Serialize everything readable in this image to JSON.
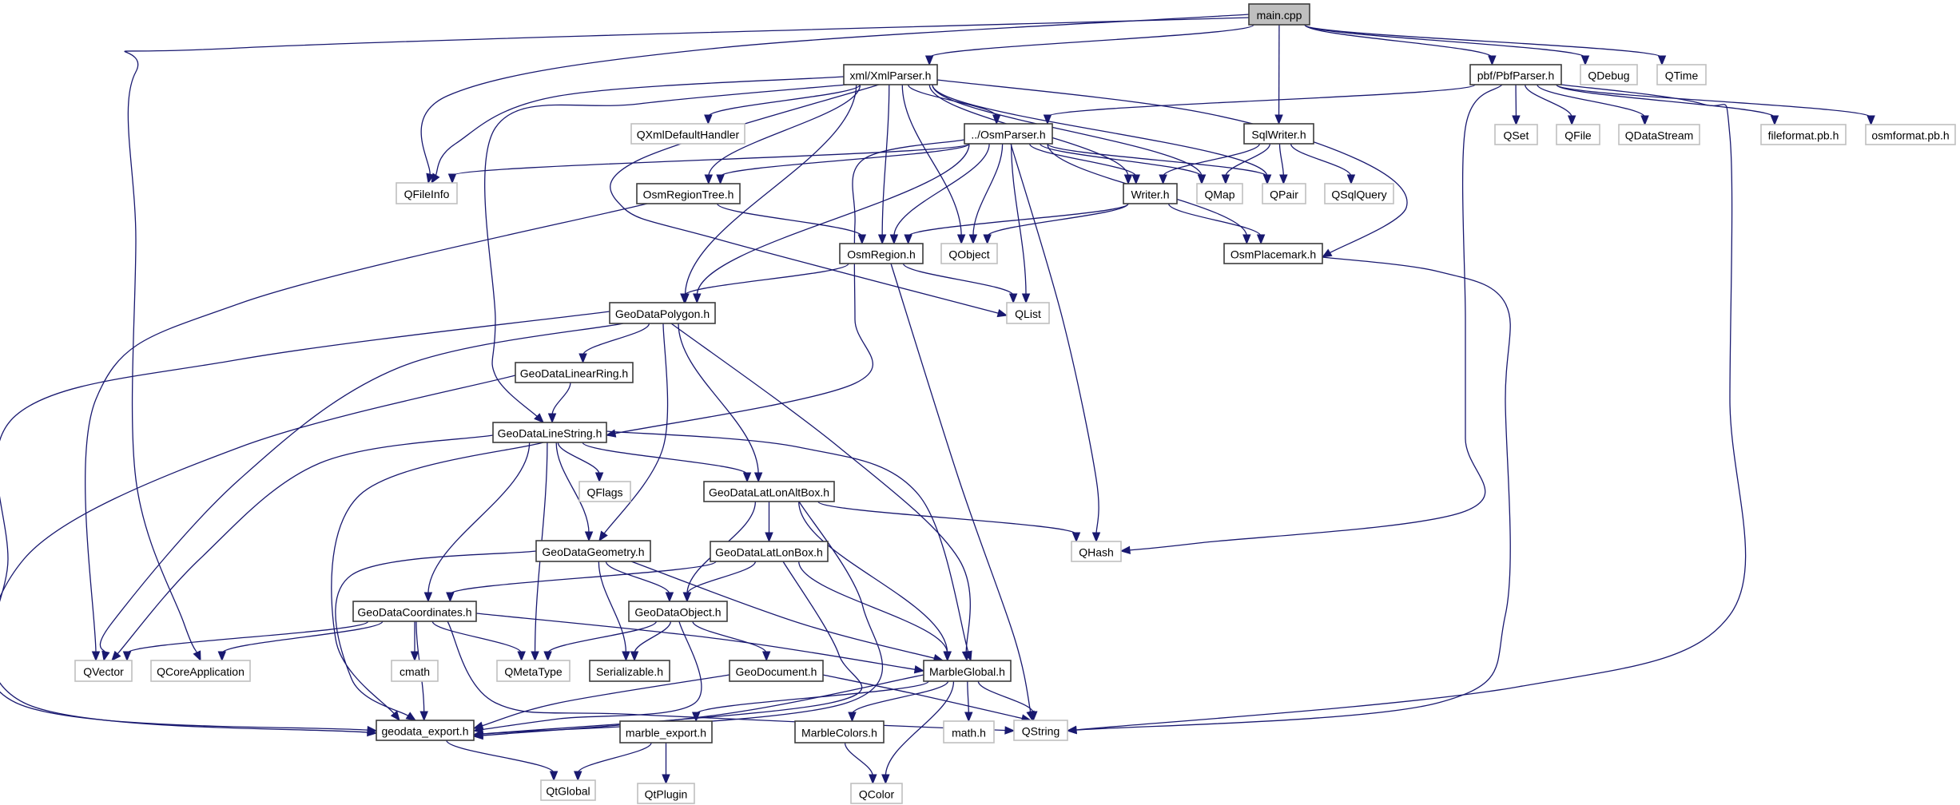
{
  "diagram": {
    "title": "main.cpp include dependency graph",
    "colors": {
      "edge": "#191970",
      "root_fill": "#bfbfbf",
      "project_border": "#3c3c3c",
      "external_border": "#bfbfbf"
    },
    "nodes": [
      {
        "id": "main_cpp",
        "label": "main.cpp",
        "kind": "root"
      },
      {
        "id": "xmlparser",
        "label": "xml/XmlParser.h",
        "kind": "project"
      },
      {
        "id": "pbfparser",
        "label": "pbf/PbfParser.h",
        "kind": "project"
      },
      {
        "id": "qdebug",
        "label": "QDebug",
        "kind": "external"
      },
      {
        "id": "qtime",
        "label": "QTime",
        "kind": "external"
      },
      {
        "id": "qxmldefaulthandler",
        "label": "QXmlDefaultHandler",
        "kind": "external"
      },
      {
        "id": "osmparser",
        "label": "../OsmParser.h",
        "kind": "project"
      },
      {
        "id": "sqlwriter",
        "label": "SqlWriter.h",
        "kind": "project"
      },
      {
        "id": "qset",
        "label": "QSet",
        "kind": "external"
      },
      {
        "id": "qfile",
        "label": "QFile",
        "kind": "external"
      },
      {
        "id": "qdatastream",
        "label": "QDataStream",
        "kind": "external"
      },
      {
        "id": "fileformat",
        "label": "fileformat.pb.h",
        "kind": "external"
      },
      {
        "id": "osmformat",
        "label": "osmformat.pb.h",
        "kind": "external"
      },
      {
        "id": "qfileinfo",
        "label": "QFileInfo",
        "kind": "external"
      },
      {
        "id": "osmregiontree",
        "label": "OsmRegionTree.h",
        "kind": "project"
      },
      {
        "id": "writer",
        "label": "Writer.h",
        "kind": "project"
      },
      {
        "id": "qmap",
        "label": "QMap",
        "kind": "external"
      },
      {
        "id": "qpair",
        "label": "QPair",
        "kind": "external"
      },
      {
        "id": "qsqlquery",
        "label": "QSqlQuery",
        "kind": "external"
      },
      {
        "id": "osmregion",
        "label": "OsmRegion.h",
        "kind": "project"
      },
      {
        "id": "qobject",
        "label": "QObject",
        "kind": "external"
      },
      {
        "id": "osmplacemark",
        "label": "OsmPlacemark.h",
        "kind": "project"
      },
      {
        "id": "geodatapolygon",
        "label": "GeoDataPolygon.h",
        "kind": "project"
      },
      {
        "id": "qlist",
        "label": "QList",
        "kind": "external"
      },
      {
        "id": "geodatalinearring",
        "label": "GeoDataLinearRing.h",
        "kind": "project"
      },
      {
        "id": "geodatalinestring",
        "label": "GeoDataLineString.h",
        "kind": "project"
      },
      {
        "id": "qflags",
        "label": "QFlags",
        "kind": "external"
      },
      {
        "id": "geodatalatlonaltbox",
        "label": "GeoDataLatLonAltBox.h",
        "kind": "project"
      },
      {
        "id": "geodatageometry",
        "label": "GeoDataGeometry.h",
        "kind": "project"
      },
      {
        "id": "geodatalatlonbox",
        "label": "GeoDataLatLonBox.h",
        "kind": "project"
      },
      {
        "id": "qhash",
        "label": "QHash",
        "kind": "external"
      },
      {
        "id": "geodatacoordinates",
        "label": "GeoDataCoordinates.h",
        "kind": "project"
      },
      {
        "id": "geodataobject",
        "label": "GeoDataObject.h",
        "kind": "project"
      },
      {
        "id": "qvector",
        "label": "QVector",
        "kind": "external"
      },
      {
        "id": "qcoreapplication",
        "label": "QCoreApplication",
        "kind": "external"
      },
      {
        "id": "cmath",
        "label": "cmath",
        "kind": "external"
      },
      {
        "id": "qmetatype",
        "label": "QMetaType",
        "kind": "external"
      },
      {
        "id": "serializable",
        "label": "Serializable.h",
        "kind": "project"
      },
      {
        "id": "geodocument",
        "label": "GeoDocument.h",
        "kind": "project"
      },
      {
        "id": "marbleglobal",
        "label": "MarbleGlobal.h",
        "kind": "project"
      },
      {
        "id": "geodata_export",
        "label": "geodata_export.h",
        "kind": "project"
      },
      {
        "id": "marble_export",
        "label": "marble_export.h",
        "kind": "project"
      },
      {
        "id": "marblecolors",
        "label": "MarbleColors.h",
        "kind": "project"
      },
      {
        "id": "math_h",
        "label": "math.h",
        "kind": "external"
      },
      {
        "id": "qstring",
        "label": "QString",
        "kind": "external"
      },
      {
        "id": "qtglobal",
        "label": "QtGlobal",
        "kind": "external"
      },
      {
        "id": "qtplugin",
        "label": "QtPlugin",
        "kind": "external"
      },
      {
        "id": "qcolor",
        "label": "QColor",
        "kind": "external"
      }
    ],
    "edges": [
      [
        "main_cpp",
        "xmlparser"
      ],
      [
        "main_cpp",
        "pbfparser"
      ],
      [
        "main_cpp",
        "qdebug"
      ],
      [
        "main_cpp",
        "qtime"
      ],
      [
        "main_cpp",
        "sqlwriter"
      ],
      [
        "main_cpp",
        "qfileinfo"
      ],
      [
        "main_cpp",
        "qcoreapplication"
      ],
      [
        "xmlparser",
        "qxmldefaulthandler"
      ],
      [
        "xmlparser",
        "osmparser"
      ],
      [
        "xmlparser",
        "qfileinfo"
      ],
      [
        "xmlparser",
        "osmregiontree"
      ],
      [
        "xmlparser",
        "osmregion"
      ],
      [
        "xmlparser",
        "qobject"
      ],
      [
        "xmlparser",
        "writer"
      ],
      [
        "xmlparser",
        "qmap"
      ],
      [
        "xmlparser",
        "qpair"
      ],
      [
        "xmlparser",
        "osmplacemark"
      ],
      [
        "xmlparser",
        "geodatapolygon"
      ],
      [
        "xmlparser",
        "geodatalinestring"
      ],
      [
        "xmlparser",
        "qlist"
      ],
      [
        "osmparser",
        "qfileinfo"
      ],
      [
        "osmparser",
        "osmregiontree"
      ],
      [
        "osmparser",
        "osmregion"
      ],
      [
        "osmparser",
        "qobject"
      ],
      [
        "osmparser",
        "writer"
      ],
      [
        "osmparser",
        "qmap"
      ],
      [
        "osmparser",
        "qpair"
      ],
      [
        "osmparser",
        "osmplacemark"
      ],
      [
        "osmparser",
        "geodatapolygon"
      ],
      [
        "osmparser",
        "geodatalinestring"
      ],
      [
        "osmparser",
        "qlist"
      ],
      [
        "osmparser",
        "qhash"
      ],
      [
        "pbfparser",
        "osmparser"
      ],
      [
        "pbfparser",
        "qset"
      ],
      [
        "pbfparser",
        "qfile"
      ],
      [
        "pbfparser",
        "qdatastream"
      ],
      [
        "pbfparser",
        "fileformat"
      ],
      [
        "pbfparser",
        "osmformat"
      ],
      [
        "pbfparser",
        "qhash"
      ],
      [
        "pbfparser",
        "qstring"
      ],
      [
        "sqlwriter",
        "writer"
      ],
      [
        "sqlwriter",
        "qmap"
      ],
      [
        "sqlwriter",
        "qpair"
      ],
      [
        "sqlwriter",
        "qsqlquery"
      ],
      [
        "writer",
        "osmregion"
      ],
      [
        "writer",
        "qobject"
      ],
      [
        "writer",
        "osmplacemark"
      ],
      [
        "osmregiontree",
        "osmregion"
      ],
      [
        "osmregiontree",
        "qvector"
      ],
      [
        "osmregion",
        "geodatapolygon"
      ],
      [
        "osmregion",
        "qlist"
      ],
      [
        "osmregion",
        "qstring"
      ],
      [
        "osmplacemark",
        "qstring"
      ],
      [
        "geodatapolygon",
        "geodatalinearring"
      ],
      [
        "geodatapolygon",
        "geodatalatlonaltbox"
      ],
      [
        "geodatapolygon",
        "geodatageometry"
      ],
      [
        "geodatapolygon",
        "marbleglobal"
      ],
      [
        "geodatapolygon",
        "qvector"
      ],
      [
        "geodatapolygon",
        "geodata_export"
      ],
      [
        "geodatalinearring",
        "geodatalinestring"
      ],
      [
        "geodatalinearring",
        "geodata_export"
      ],
      [
        "geodatalinestring",
        "qflags"
      ],
      [
        "geodatalinestring",
        "geodatalatlonaltbox"
      ],
      [
        "geodatalinestring",
        "geodatageometry"
      ],
      [
        "geodatalinestring",
        "geodatacoordinates"
      ],
      [
        "geodatalinestring",
        "qmetatype"
      ],
      [
        "geodatalinestring",
        "marbleglobal"
      ],
      [
        "geodatalinestring",
        "qvector"
      ],
      [
        "geodatalinestring",
        "geodata_export"
      ],
      [
        "geodatalatlonaltbox",
        "geodatalatlonbox"
      ],
      [
        "geodatalatlonaltbox",
        "geodataobject"
      ],
      [
        "geodatalatlonaltbox",
        "marbleglobal"
      ],
      [
        "geodatalatlonaltbox",
        "qhash"
      ],
      [
        "geodatalatlonaltbox",
        "geodata_export"
      ],
      [
        "geodatageometry",
        "geodataobject"
      ],
      [
        "geodatageometry",
        "serializable"
      ],
      [
        "geodatageometry",
        "marbleglobal"
      ],
      [
        "geodatageometry",
        "geodata_export"
      ],
      [
        "geodatalatlonbox",
        "geodataobject"
      ],
      [
        "geodatalatlonbox",
        "geodatacoordinates"
      ],
      [
        "geodatalatlonbox",
        "marbleglobal"
      ],
      [
        "geodatalatlonbox",
        "geodata_export"
      ],
      [
        "geodatacoordinates",
        "qvector"
      ],
      [
        "geodatacoordinates",
        "qcoreapplication"
      ],
      [
        "geodatacoordinates",
        "cmath"
      ],
      [
        "geodatacoordinates",
        "qmetatype"
      ],
      [
        "geodatacoordinates",
        "marbleglobal"
      ],
      [
        "geodatacoordinates",
        "qstring"
      ],
      [
        "geodatacoordinates",
        "geodata_export"
      ],
      [
        "geodataobject",
        "qmetatype"
      ],
      [
        "geodataobject",
        "serializable"
      ],
      [
        "geodataobject",
        "geodocument"
      ],
      [
        "geodataobject",
        "geodata_export"
      ],
      [
        "geodocument",
        "qstring"
      ],
      [
        "geodocument",
        "geodata_export"
      ],
      [
        "marbleglobal",
        "marble_export"
      ],
      [
        "marbleglobal",
        "marblecolors"
      ],
      [
        "marbleglobal",
        "math_h"
      ],
      [
        "marbleglobal",
        "qstring"
      ],
      [
        "marbleglobal",
        "qcolor"
      ],
      [
        "marbleglobal",
        "geodata_export"
      ],
      [
        "geodata_export",
        "qtglobal"
      ],
      [
        "marble_export",
        "qtglobal"
      ],
      [
        "marble_export",
        "qtplugin"
      ],
      [
        "marblecolors",
        "qcolor"
      ]
    ]
  }
}
